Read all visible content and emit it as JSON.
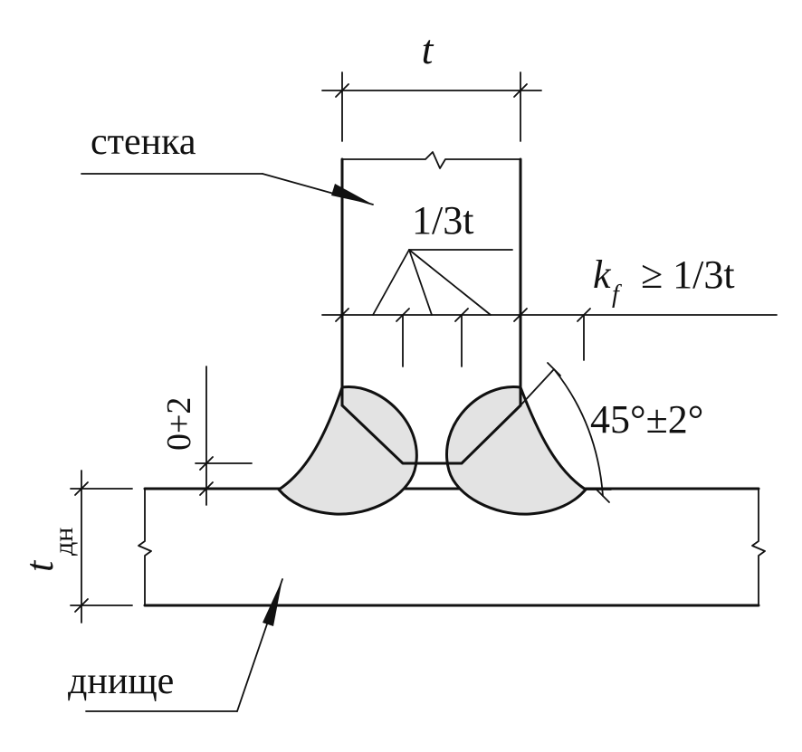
{
  "labels": {
    "wall": "стенка",
    "bottom": "днище",
    "thickness_t": "t",
    "one_third_t": "1/3t",
    "kf_k": "k",
    "kf_f": "f",
    "kf_rest": "≥ 1/3t",
    "gap": "0+2",
    "angle": "45°±2°",
    "t_bottom_t": "t",
    "t_bottom_sub": "дн"
  },
  "colors": {
    "line": "#111111",
    "weld_fill": "#e3e3e3",
    "background": "#ffffff"
  }
}
